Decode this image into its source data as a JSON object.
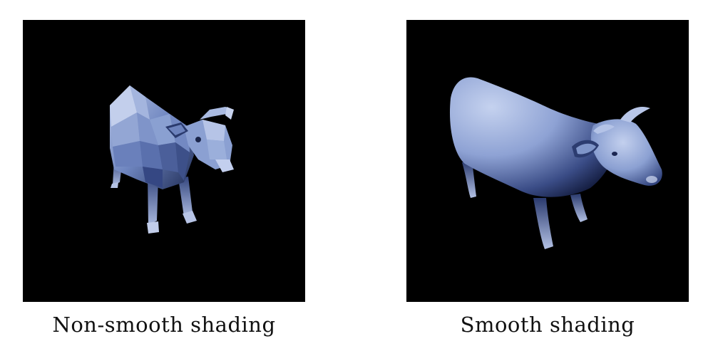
{
  "figures": [
    {
      "caption": "Non-smooth shading",
      "icon": "faceted-cow-render",
      "colors": {
        "background": "#000000",
        "light": "#b8c6e6",
        "mid": "#6f86c0",
        "dark": "#1f2c55"
      }
    },
    {
      "caption": "Smooth shading",
      "icon": "smooth-cow-render",
      "colors": {
        "background": "#000000",
        "light": "#b9c8e8",
        "mid": "#7389c2",
        "dark": "#1a2550"
      }
    }
  ]
}
